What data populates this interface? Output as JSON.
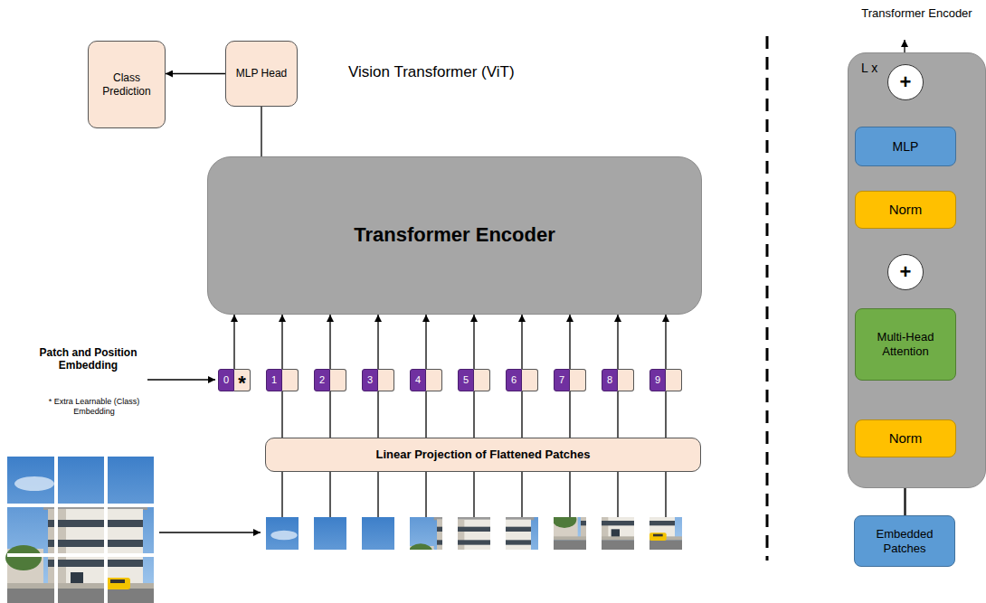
{
  "diagram": {
    "title": "Vision Transformer (ViT)",
    "nodes": [
      {
        "text": [
          "Class Prediction"
        ]
      },
      {
        "text": [
          "MLP Head"
        ]
      },
      {
        "text": [
          "Transformer Encoder"
        ]
      },
      {
        "text": [
          "0",
          "*"
        ]
      },
      {
        "text": [
          "1"
        ]
      },
      {
        "text": [
          "2"
        ]
      },
      {
        "text": [
          "3"
        ]
      },
      {
        "text": [
          "4"
        ]
      },
      {
        "text": [
          "5"
        ]
      },
      {
        "text": [
          "6"
        ]
      },
      {
        "text": [
          "7"
        ]
      },
      {
        "text": [
          "8"
        ]
      },
      {
        "text": [
          "9"
        ]
      },
      {
        "text": [
          "Linear Projection of Flattened Patches"
        ]
      },
      {
        "text": [
          "Transformer Encoder",
          "L x"
        ]
      },
      {
        "text": [
          "+"
        ],
        "in": 14
      },
      {
        "text": [
          "MLP"
        ],
        "in": 14
      },
      {
        "text": [
          "Norm"
        ],
        "in": 14
      },
      {
        "text": [
          "+"
        ],
        "in": 14
      },
      {
        "text": [
          "Multi-Head Attention"
        ],
        "in": 14
      },
      {
        "text": [
          "Norm"
        ],
        "in": 14
      },
      {
        "text": [
          "Embedded Patches"
        ]
      }
    ],
    "edges": [
      {
        "from": 1,
        "to": 0,
        "arrow": "to"
      },
      {
        "from": 2,
        "to": 1,
        "arrow": "none"
      },
      {
        "from": 3,
        "to": 2,
        "arrow": "to"
      },
      {
        "from": 4,
        "to": 2,
        "arrow": "to"
      },
      {
        "from": 5,
        "to": 2,
        "arrow": "to"
      },
      {
        "from": 6,
        "to": 2,
        "arrow": "to"
      },
      {
        "from": 7,
        "to": 2,
        "arrow": "to"
      },
      {
        "from": 8,
        "to": 2,
        "arrow": "to"
      },
      {
        "from": 9,
        "to": 2,
        "arrow": "to"
      },
      {
        "from": 10,
        "to": 2,
        "arrow": "to"
      },
      {
        "from": 11,
        "to": 2,
        "arrow": "to"
      },
      {
        "from": 12,
        "to": 2,
        "arrow": "to"
      },
      {
        "from": 13,
        "to": 4,
        "arrow": "none"
      },
      {
        "from": 13,
        "to": 5,
        "arrow": "none"
      },
      {
        "from": 13,
        "to": 6,
        "arrow": "none"
      },
      {
        "from": 13,
        "to": 7,
        "arrow": "none"
      },
      {
        "from": 13,
        "to": 8,
        "arrow": "none"
      },
      {
        "from": 13,
        "to": 9,
        "arrow": "none"
      },
      {
        "from": 13,
        "to": 10,
        "arrow": "none"
      },
      {
        "from": 13,
        "to": 11,
        "arrow": "none"
      },
      {
        "from": 13,
        "to": 12,
        "arrow": "none"
      },
      {
        "from": 21,
        "to": 20,
        "arrow": "to"
      },
      {
        "from": 20,
        "to": 19,
        "arrow": "to"
      },
      {
        "from": 19,
        "to": 18,
        "arrow": "to"
      },
      {
        "from": 18,
        "to": 17,
        "arrow": "to"
      },
      {
        "from": 17,
        "to": 16,
        "arrow": "to"
      },
      {
        "from": 16,
        "to": 15,
        "arrow": "to"
      },
      {
        "from": 21,
        "to": 18,
        "arrow": "to"
      },
      {
        "from": 18,
        "to": 15,
        "arrow": "to"
      }
    ],
    "labels": [
      "Patch and Position Embedding",
      "* Extra Learnable (Class) Embedding"
    ]
  }
}
